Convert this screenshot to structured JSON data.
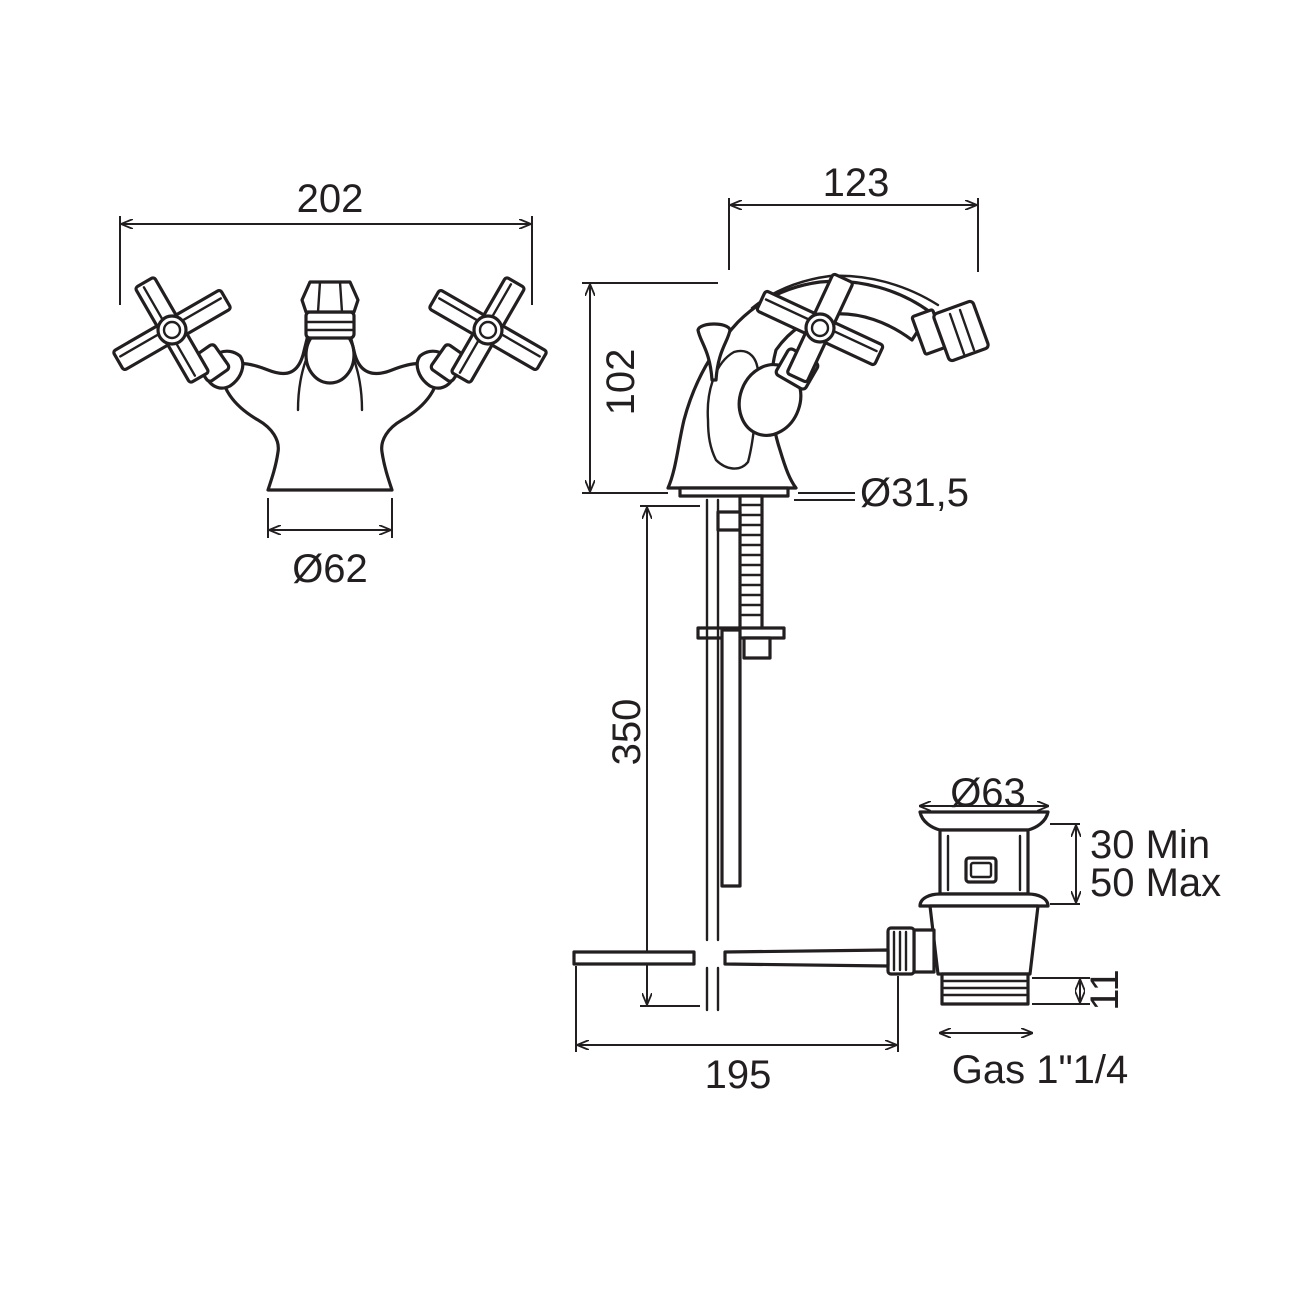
{
  "dimensions": {
    "overall_width": "202",
    "base_diameter": "Ø62",
    "spout_reach": "123",
    "height": "102",
    "shank_diameter": "Ø31,5",
    "rod_length": "350",
    "lever_length": "195",
    "waste_diameter": "Ø63",
    "thickness_min": "30 Min",
    "thickness_max": "50 Max",
    "thread_height": "11",
    "thread_size": "Gas 1\"1/4"
  },
  "colors": {
    "line": "#231f20",
    "background": "#ffffff"
  }
}
